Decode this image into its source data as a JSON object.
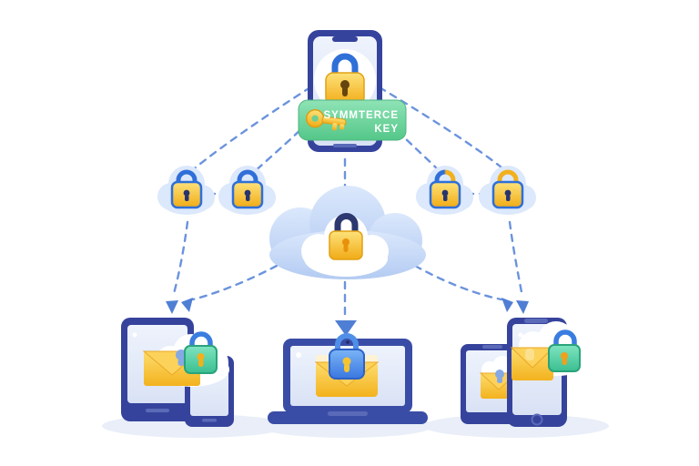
{
  "banner": {
    "line1": "SYMMTERCE",
    "line2": "KEY",
    "icon": "key-icon"
  },
  "colors": {
    "background": "#ffffff",
    "connector": "#6b93dd",
    "arrowhead": "#4f7fd4",
    "device_frame": "#36439c",
    "device_screen": "#dfe7f7",
    "banner_green": "#66cf97",
    "lock_gold": "#f5bf2a",
    "lock_blue": "#4a8aec",
    "lock_teal": "#4fcda0",
    "shackle_blue": "#2f6fd8",
    "shackle_navy": "#2c386f",
    "cloud_blue": "#c2d7f6",
    "inner_cloud": "#ffffff",
    "envelope_gold": "#f6c33e",
    "envelope_flap": "#fcd25a",
    "shadow": "#e9eef8"
  },
  "diagram": {
    "nodes": [
      {
        "id": "sender-phone",
        "type": "smartphone",
        "icon": "padlock-icon"
      },
      {
        "id": "symmetric-key-banner",
        "type": "label",
        "icon": "key-icon",
        "label": "SYMMTERCE KEY"
      },
      {
        "id": "key-copy-left-outer",
        "type": "key-copy",
        "icon": "padlock-icon"
      },
      {
        "id": "key-copy-left-inner",
        "type": "key-copy",
        "icon": "padlock-icon"
      },
      {
        "id": "key-copy-right-inner",
        "type": "key-copy",
        "icon": "padlock-icon"
      },
      {
        "id": "key-copy-right-outer",
        "type": "key-copy",
        "icon": "padlock-icon"
      },
      {
        "id": "cloud-storage",
        "type": "cloud",
        "icon": "padlock-icon"
      },
      {
        "id": "recipient-tablet-phone",
        "type": "tablet-and-phone",
        "icon": "locked-envelope-icon"
      },
      {
        "id": "recipient-laptop",
        "type": "laptop",
        "icon": "locked-envelope-icon"
      },
      {
        "id": "recipient-phone-tablet",
        "type": "phone-and-tablet",
        "icon": "locked-envelope-icon"
      }
    ],
    "edges": [
      {
        "from": "sender-phone",
        "to": "key-copy-left-outer",
        "style": "dashed"
      },
      {
        "from": "sender-phone",
        "to": "key-copy-left-inner",
        "style": "dashed"
      },
      {
        "from": "sender-phone",
        "to": "key-copy-right-inner",
        "style": "dashed"
      },
      {
        "from": "sender-phone",
        "to": "key-copy-right-outer",
        "style": "dashed"
      },
      {
        "from": "sender-phone",
        "to": "cloud-storage",
        "style": "dashed"
      },
      {
        "from": "key-copy-left-outer",
        "to": "key-copy-left-inner",
        "style": "dashed"
      },
      {
        "from": "key-copy-right-inner",
        "to": "key-copy-right-outer",
        "style": "dashed"
      },
      {
        "from": "key-copy-left-outer",
        "to": "recipient-tablet-phone",
        "style": "dashed-arrow"
      },
      {
        "from": "cloud-storage",
        "to": "recipient-tablet-phone",
        "style": "dashed-arrow"
      },
      {
        "from": "cloud-storage",
        "to": "recipient-laptop",
        "style": "dashed-arrow"
      },
      {
        "from": "cloud-storage",
        "to": "recipient-phone-tablet",
        "style": "dashed-arrow"
      },
      {
        "from": "key-copy-right-outer",
        "to": "recipient-phone-tablet",
        "style": "dashed-arrow"
      }
    ]
  }
}
